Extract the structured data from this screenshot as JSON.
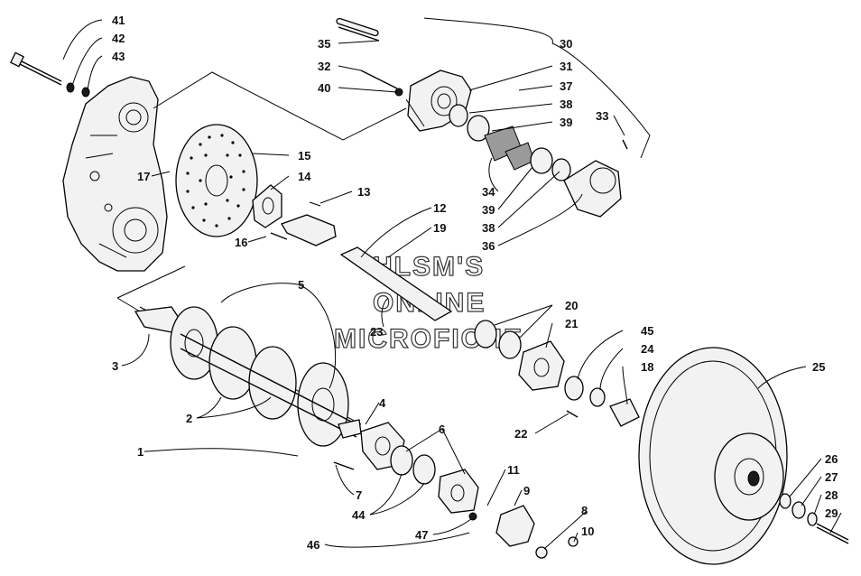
{
  "watermark": {
    "line1": "HLSM'S",
    "line2": "ONLINE",
    "line3": "MICROFICHE"
  },
  "callouts": [
    {
      "id": "c41",
      "label": "41"
    },
    {
      "id": "c42",
      "label": "42"
    },
    {
      "id": "c43",
      "label": "43"
    },
    {
      "id": "c35",
      "label": "35"
    },
    {
      "id": "c32",
      "label": "32"
    },
    {
      "id": "c40",
      "label": "40"
    },
    {
      "id": "c30",
      "label": "30"
    },
    {
      "id": "c31",
      "label": "31"
    },
    {
      "id": "c37",
      "label": "37"
    },
    {
      "id": "c38a",
      "label": "38"
    },
    {
      "id": "c39a",
      "label": "39"
    },
    {
      "id": "c33",
      "label": "33"
    },
    {
      "id": "c15",
      "label": "15"
    },
    {
      "id": "c14",
      "label": "14"
    },
    {
      "id": "c17",
      "label": "17"
    },
    {
      "id": "c13",
      "label": "13"
    },
    {
      "id": "c34",
      "label": "34"
    },
    {
      "id": "c39b",
      "label": "39"
    },
    {
      "id": "c38b",
      "label": "38"
    },
    {
      "id": "c36",
      "label": "36"
    },
    {
      "id": "c12",
      "label": "12"
    },
    {
      "id": "c19",
      "label": "19"
    },
    {
      "id": "c16",
      "label": "16"
    },
    {
      "id": "c5",
      "label": "5"
    },
    {
      "id": "c20",
      "label": "20"
    },
    {
      "id": "c21",
      "label": "21"
    },
    {
      "id": "c23",
      "label": "23"
    },
    {
      "id": "c45",
      "label": "45"
    },
    {
      "id": "c24",
      "label": "24"
    },
    {
      "id": "c18",
      "label": "18"
    },
    {
      "id": "c25",
      "label": "25"
    },
    {
      "id": "c3",
      "label": "3"
    },
    {
      "id": "c4",
      "label": "4"
    },
    {
      "id": "c22",
      "label": "22"
    },
    {
      "id": "c2",
      "label": "2"
    },
    {
      "id": "c6",
      "label": "6"
    },
    {
      "id": "c1",
      "label": "1"
    },
    {
      "id": "c11",
      "label": "11"
    },
    {
      "id": "c9",
      "label": "9"
    },
    {
      "id": "c26",
      "label": "26"
    },
    {
      "id": "c27",
      "label": "27"
    },
    {
      "id": "c7",
      "label": "7"
    },
    {
      "id": "c28",
      "label": "28"
    },
    {
      "id": "c44",
      "label": "44"
    },
    {
      "id": "c8",
      "label": "8"
    },
    {
      "id": "c29",
      "label": "29"
    },
    {
      "id": "c47",
      "label": "47"
    },
    {
      "id": "c10",
      "label": "10"
    },
    {
      "id": "c46",
      "label": "46"
    }
  ]
}
